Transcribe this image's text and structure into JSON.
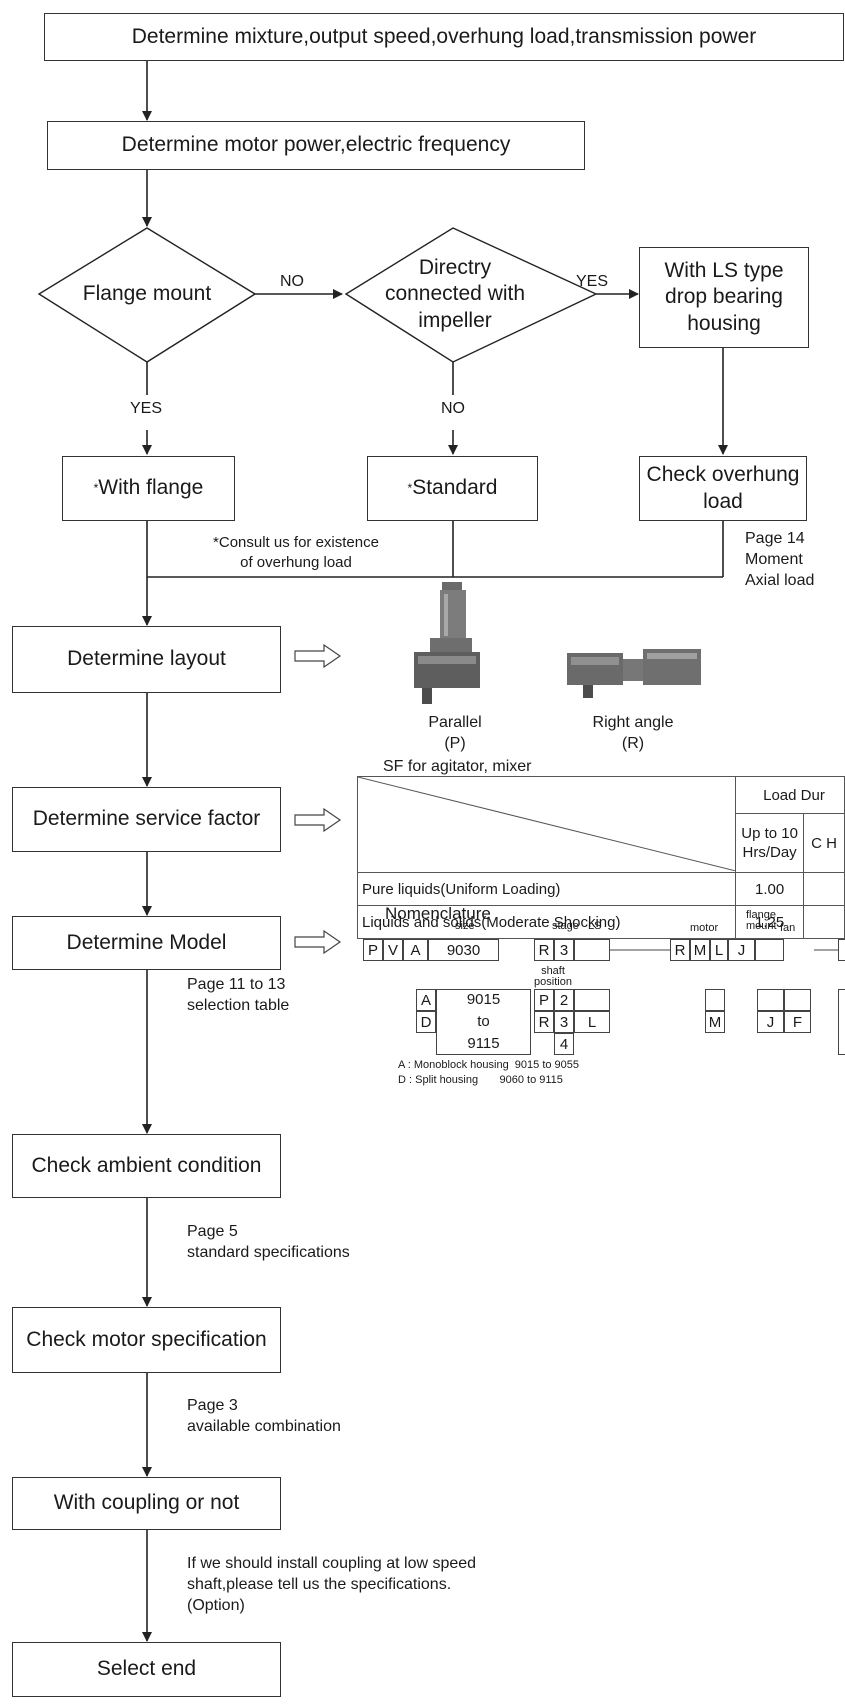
{
  "steps": {
    "s1": "Determine mixture,output speed,overhung load,transmission power",
    "s2": "Determine motor power,electric frequency",
    "flange_q": "Flange mount",
    "direct_q": "Directry connected with impeller",
    "ls_box": "With LS type drop bearing housing",
    "with_flange": "With flange",
    "standard": "Standard",
    "check_overhung": "Check overhung load",
    "layout": "Determine layout",
    "service": "Determine service factor",
    "model": "Determine Model",
    "ambient": "Check ambient condition",
    "motor_spec": "Check motor specification",
    "coupling": "With coupling or not",
    "end": "Select end"
  },
  "edge_labels": {
    "no1": "NO",
    "yes1": "YES",
    "yes2": "YES",
    "no2": "NO"
  },
  "notes": {
    "asterisk": "*",
    "consult_1": "*Consult us for existence",
    "consult_2": "of overhung load",
    "p14_1": "Page 14",
    "p14_2": "Moment",
    "p14_3": "Axial load",
    "p11_1": "Page 11 to 13",
    "p11_2": "selection table",
    "p5_1": "Page 5",
    "p5_2": "standard specifications",
    "p3_1": "Page 3",
    "p3_2": "available combination",
    "coup_1": "If we should install coupling at low speed",
    "coup_2": "shaft,please tell us the specifications.",
    "coup_3": "(Option)"
  },
  "layout_options": {
    "parallel": "Parallel",
    "parallel_code": "(P)",
    "right": "Right angle",
    "right_code": "(R)"
  },
  "sf_table": {
    "title": "SF for agitator, mixer",
    "group_header": "Load Dur",
    "col1": "Up to 10 Hrs/Day",
    "col2": "C H",
    "rows": [
      {
        "label": "Pure liquids(Uniform Loading)",
        "value": "1.00"
      },
      {
        "label": "Liquids and solids(Moderate Shocking)",
        "value": "1.25"
      }
    ]
  },
  "nomenclature": {
    "title": "Nomenclature",
    "size_label": "size",
    "stage_label": "stage",
    "ls_label": "LS",
    "shaft_label_1": "shaft",
    "shaft_label_2": "position",
    "motor_label": "motor",
    "flange_label_1": "flange",
    "flange_label_2": "mount",
    "fan_label": "fan",
    "code": [
      "P",
      "V",
      "A",
      "9030",
      "R",
      "3",
      "",
      "R",
      "M",
      "L",
      "J",
      ""
    ],
    "opt_housing": [
      "A",
      "D"
    ],
    "opt_size": [
      "9015",
      "to",
      "9115"
    ],
    "opt_pos": [
      "P",
      "R"
    ],
    "opt_stage": [
      "2",
      "3",
      "4"
    ],
    "opt_ls": "L",
    "opt_motor": "M",
    "opt_flange": "J",
    "opt_fan": "F",
    "housing_a": "A : Monoblock housing  9015 to 9055",
    "housing_d": "D : Split housing       9060 to 9115"
  }
}
